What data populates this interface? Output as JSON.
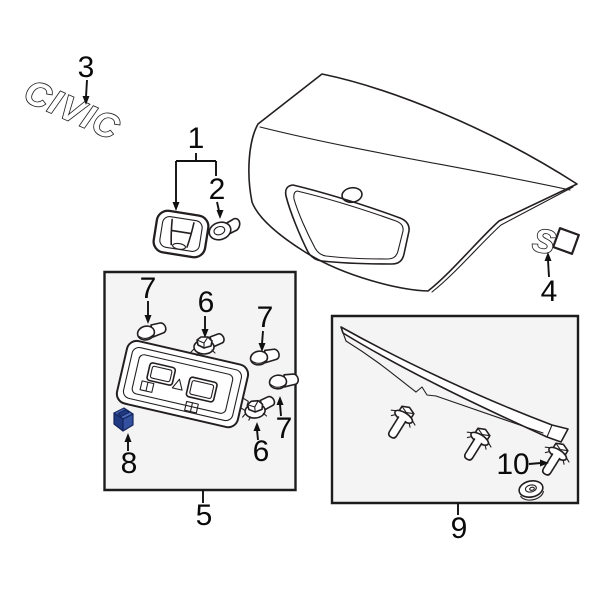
{
  "diagram": {
    "type": "oem-parts-diagram-trunk-lid",
    "emblems": {
      "civic_text": "CIVIC",
      "si_text": "S"
    },
    "callouts": {
      "emblem_assembly": "1",
      "emblem_grommet": "2",
      "civic_emblem": "3",
      "si_emblem": "4",
      "license_garnish_assembly": "5",
      "garnish_bolt": "6",
      "garnish_screw": "7",
      "garnish_clip": "8",
      "spoiler_assembly": "9",
      "spoiler_bolt": "10"
    },
    "colors": {
      "line": "#231f20",
      "label_text": "#0a0a0a",
      "box_fill": "#f4f4f4",
      "clip_top": "#4c6cbe",
      "clip_front": "#1f3a80",
      "clip_side": "#33519e",
      "clip_outline": "#15255c"
    }
  }
}
